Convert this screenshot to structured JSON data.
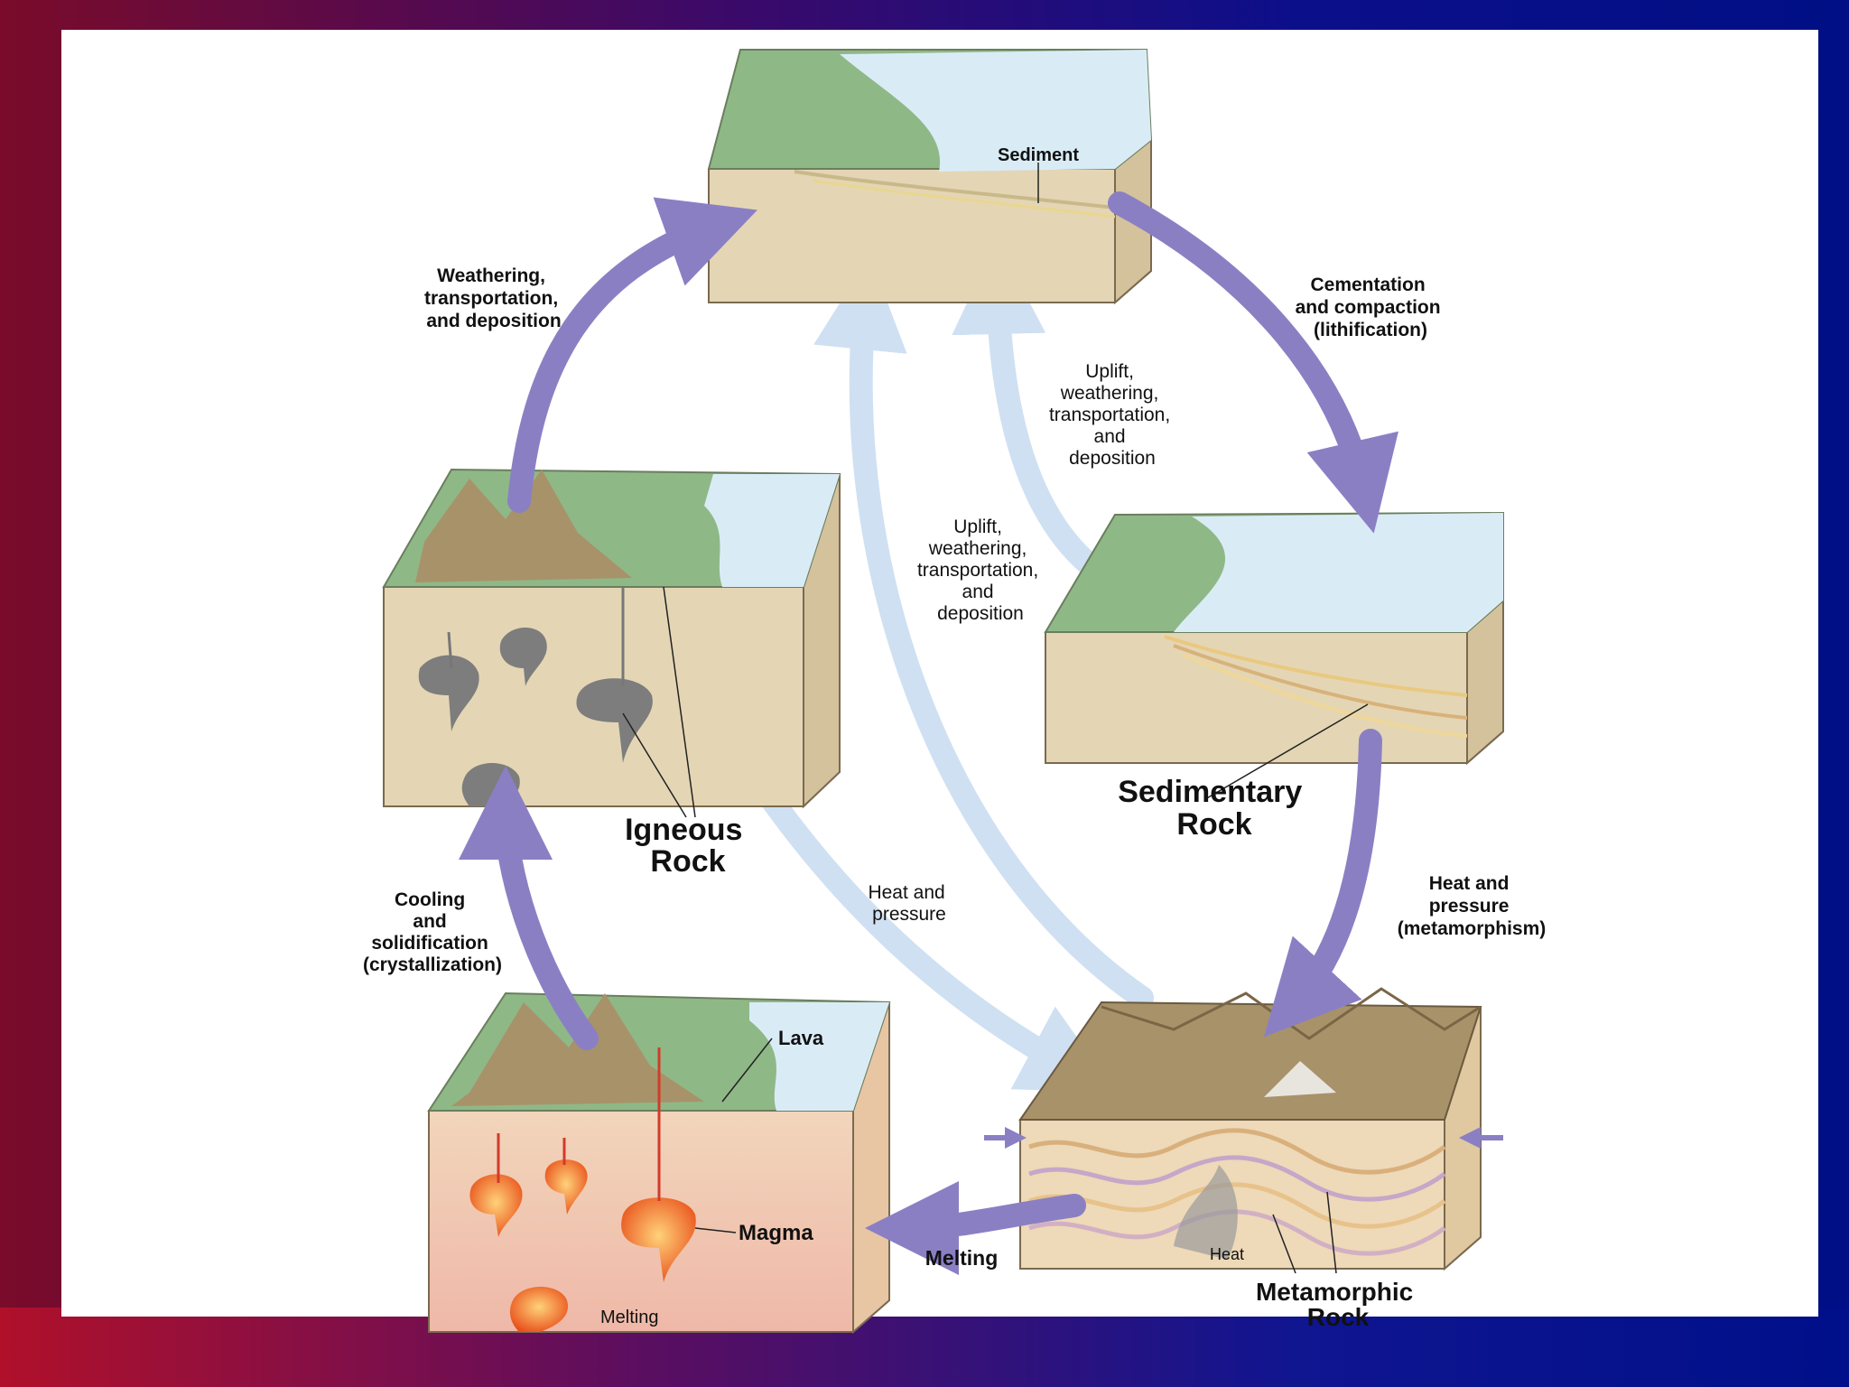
{
  "labels": {
    "sediment": "Sediment",
    "igneous": [
      "Igneous",
      "Rock"
    ],
    "sedimentary": [
      "Sedimentary",
      "Rock"
    ],
    "metamorphic": [
      "Metamorphic",
      "Rock"
    ],
    "lava": "Lava",
    "magma": "Magma",
    "melting_inner": "Melting",
    "heat_inner": "Heat"
  },
  "processes": {
    "weathering": [
      "Weathering,",
      "transportation,",
      "and deposition"
    ],
    "cementation": [
      "Cementation",
      "and compaction",
      "(lithification)"
    ],
    "uplift_right": [
      "Uplift,",
      "weathering,",
      "transportation,",
      "and",
      "deposition"
    ],
    "uplift_center": [
      "Uplift,",
      "weathering,",
      "transportation,",
      "and",
      "deposition"
    ],
    "heat_pressure_light": [
      "Heat and",
      "pressure"
    ],
    "heat_pressure_meta": [
      "Heat and",
      "pressure",
      "(metamorphism)"
    ],
    "cooling": [
      "Cooling",
      "and",
      "solidification",
      "(crystallization)"
    ],
    "melting": "Melting"
  },
  "colors": {
    "primary_arrow": "#8b7fc4",
    "secondary_arrow": "#cfe0f2",
    "rock_block": "#e4d6b4",
    "water": "#d9ecf6",
    "land": "#8fb887",
    "magma": "#ef6a1c",
    "igneous_intrusion": "#7d7d7d"
  }
}
